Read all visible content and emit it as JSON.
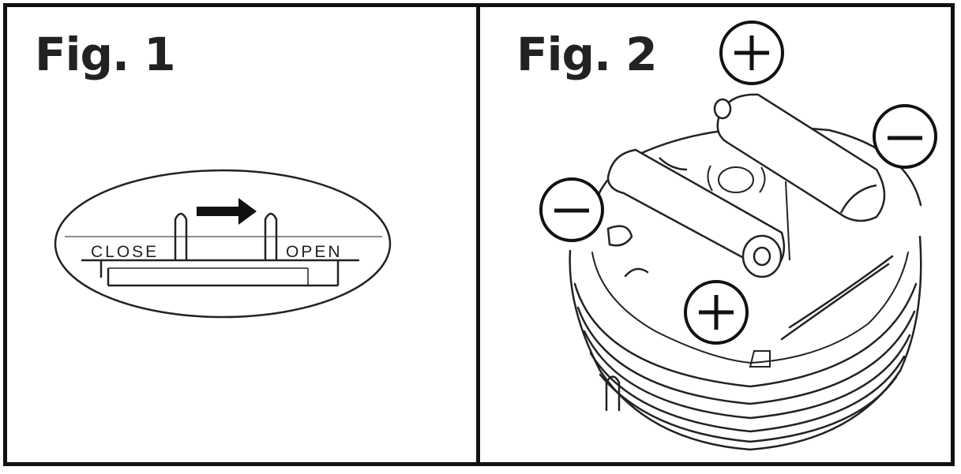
{
  "figure1": {
    "title": "Fig. 1",
    "switch_left_label": "CLOSE",
    "switch_right_label": "OPEN"
  },
  "figure2": {
    "title": "Fig. 2",
    "polarity_symbols": [
      "+",
      "−",
      "−",
      "+"
    ]
  }
}
